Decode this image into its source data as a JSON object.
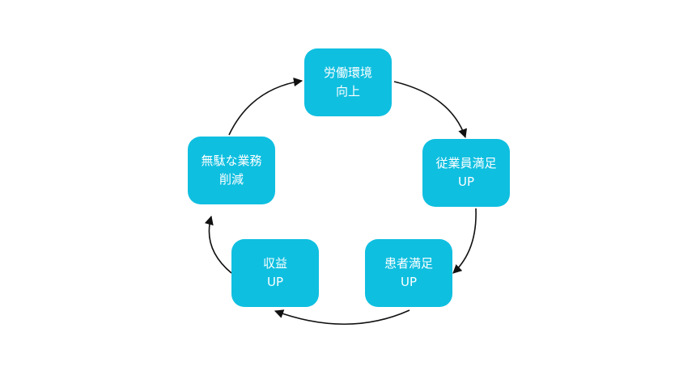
{
  "diagram": {
    "type": "cycle",
    "accent_color": "#0fbfe0",
    "arrow_color": "#111111",
    "nodes": [
      {
        "id": "n1",
        "line1": "労働環境",
        "line2": "向上"
      },
      {
        "id": "n2",
        "line1": "従業員満足",
        "line2": "UP"
      },
      {
        "id": "n3",
        "line1": "患者満足",
        "line2": "UP"
      },
      {
        "id": "n4",
        "line1": "収益",
        "line2": "UP"
      },
      {
        "id": "n5",
        "line1": "無駄な業務",
        "line2": "削減"
      }
    ],
    "edges": [
      {
        "from": "n1",
        "to": "n2"
      },
      {
        "from": "n2",
        "to": "n3"
      },
      {
        "from": "n3",
        "to": "n4"
      },
      {
        "from": "n4",
        "to": "n5"
      },
      {
        "from": "n5",
        "to": "n1"
      }
    ]
  }
}
